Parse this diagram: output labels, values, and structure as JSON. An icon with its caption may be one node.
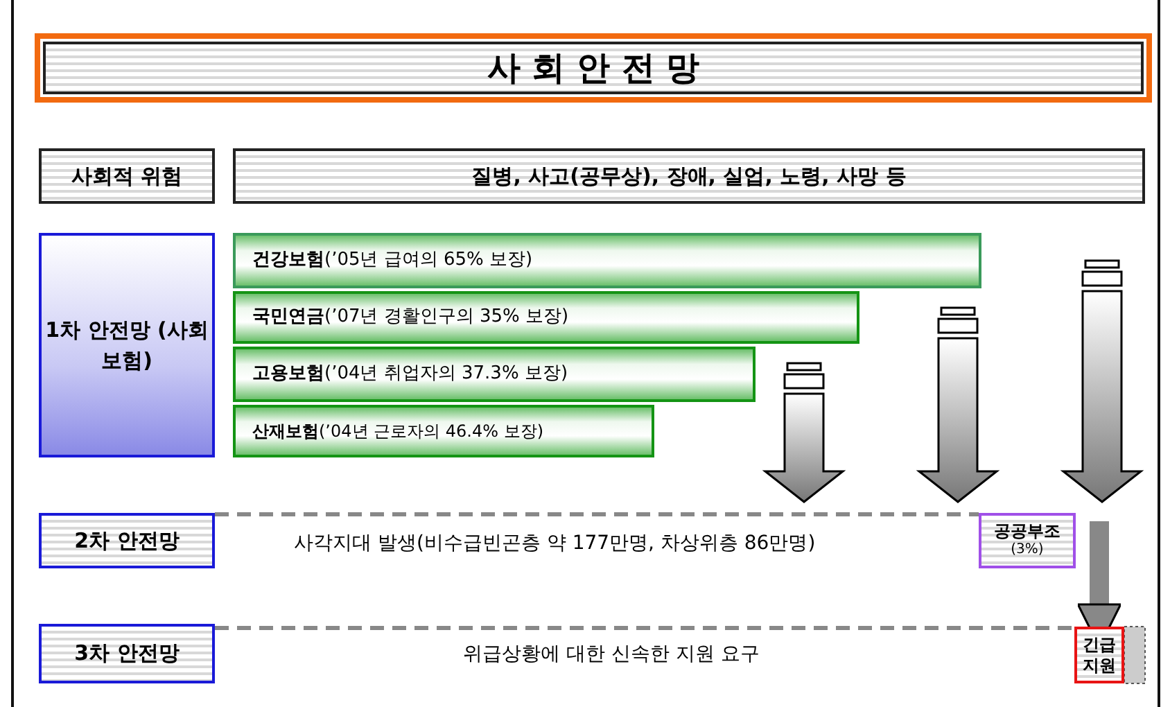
{
  "diagram": {
    "title": "사 회 안 전 망",
    "nodes": [
      {
        "text": [
          "사회적 위험"
        ]
      },
      {
        "text": [
          "질병, 사고(공무상), 장애, 실업, 노령, 사망 등"
        ]
      },
      {
        "text": [
          "1차 안전망 (사회보험)"
        ]
      },
      {
        "text": [
          "**건강보험**(’05년 급여의 65% 보장)"
        ]
      },
      {
        "text": [
          "**국민연금**(’07년 경활인구의 35% 보장)"
        ]
      },
      {
        "text": [
          "**고용보험**(’04년 취업자의 37.3% 보장)"
        ]
      },
      {
        "text": [
          "**산재보험**(’04년 근로자의 46.4% 보장)"
        ]
      },
      {
        "text": [
          "2차 안전망"
        ]
      },
      {
        "text": [
          "공공부조",
          "(3%)"
        ]
      },
      {
        "text": [
          "3차 안전망"
        ]
      },
      {
        "text": [
          "긴급 지원"
        ]
      }
    ],
    "edges": [
      {
        "from": null,
        "to": 10,
        "arrow": "to",
        "style": "thick"
      },
      {
        "from": 7,
        "to": 8,
        "arrow": "none",
        "style": "dashed"
      },
      {
        "from": 9,
        "to": 10,
        "arrow": "none",
        "style": "dashed"
      }
    ],
    "labels": [
      "사각지대 발생(비수급빈곤층 약 177만명, 차상위층 86만명)",
      "위급상황에 대한 신속한 지원 요구"
    ]
  }
}
